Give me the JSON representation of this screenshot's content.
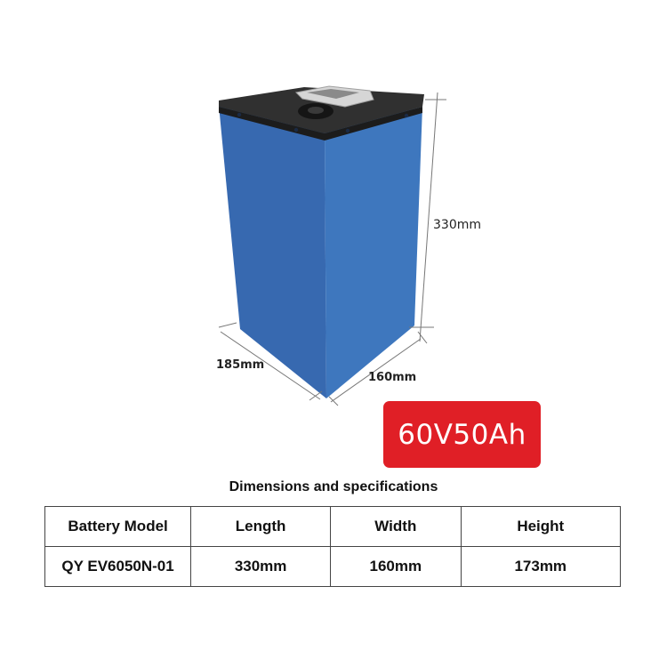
{
  "product": {
    "name": "battery-pack",
    "colors": {
      "body": "#3b72b8",
      "body_dark": "#2f62a6",
      "lid": "#2a2a2a",
      "badge": "#e01f26"
    }
  },
  "dimensions": {
    "height_label": "330mm",
    "depth_label": "185mm",
    "width_label": "160mm"
  },
  "badge": {
    "text": "60V50Ah"
  },
  "spec": {
    "title": "Dimensions and specifications",
    "headers": [
      "Battery Model",
      "Length",
      "Width",
      "Height"
    ],
    "rows": [
      [
        "QY EV6050N-01",
        "330mm",
        "160mm",
        "173mm"
      ]
    ]
  }
}
